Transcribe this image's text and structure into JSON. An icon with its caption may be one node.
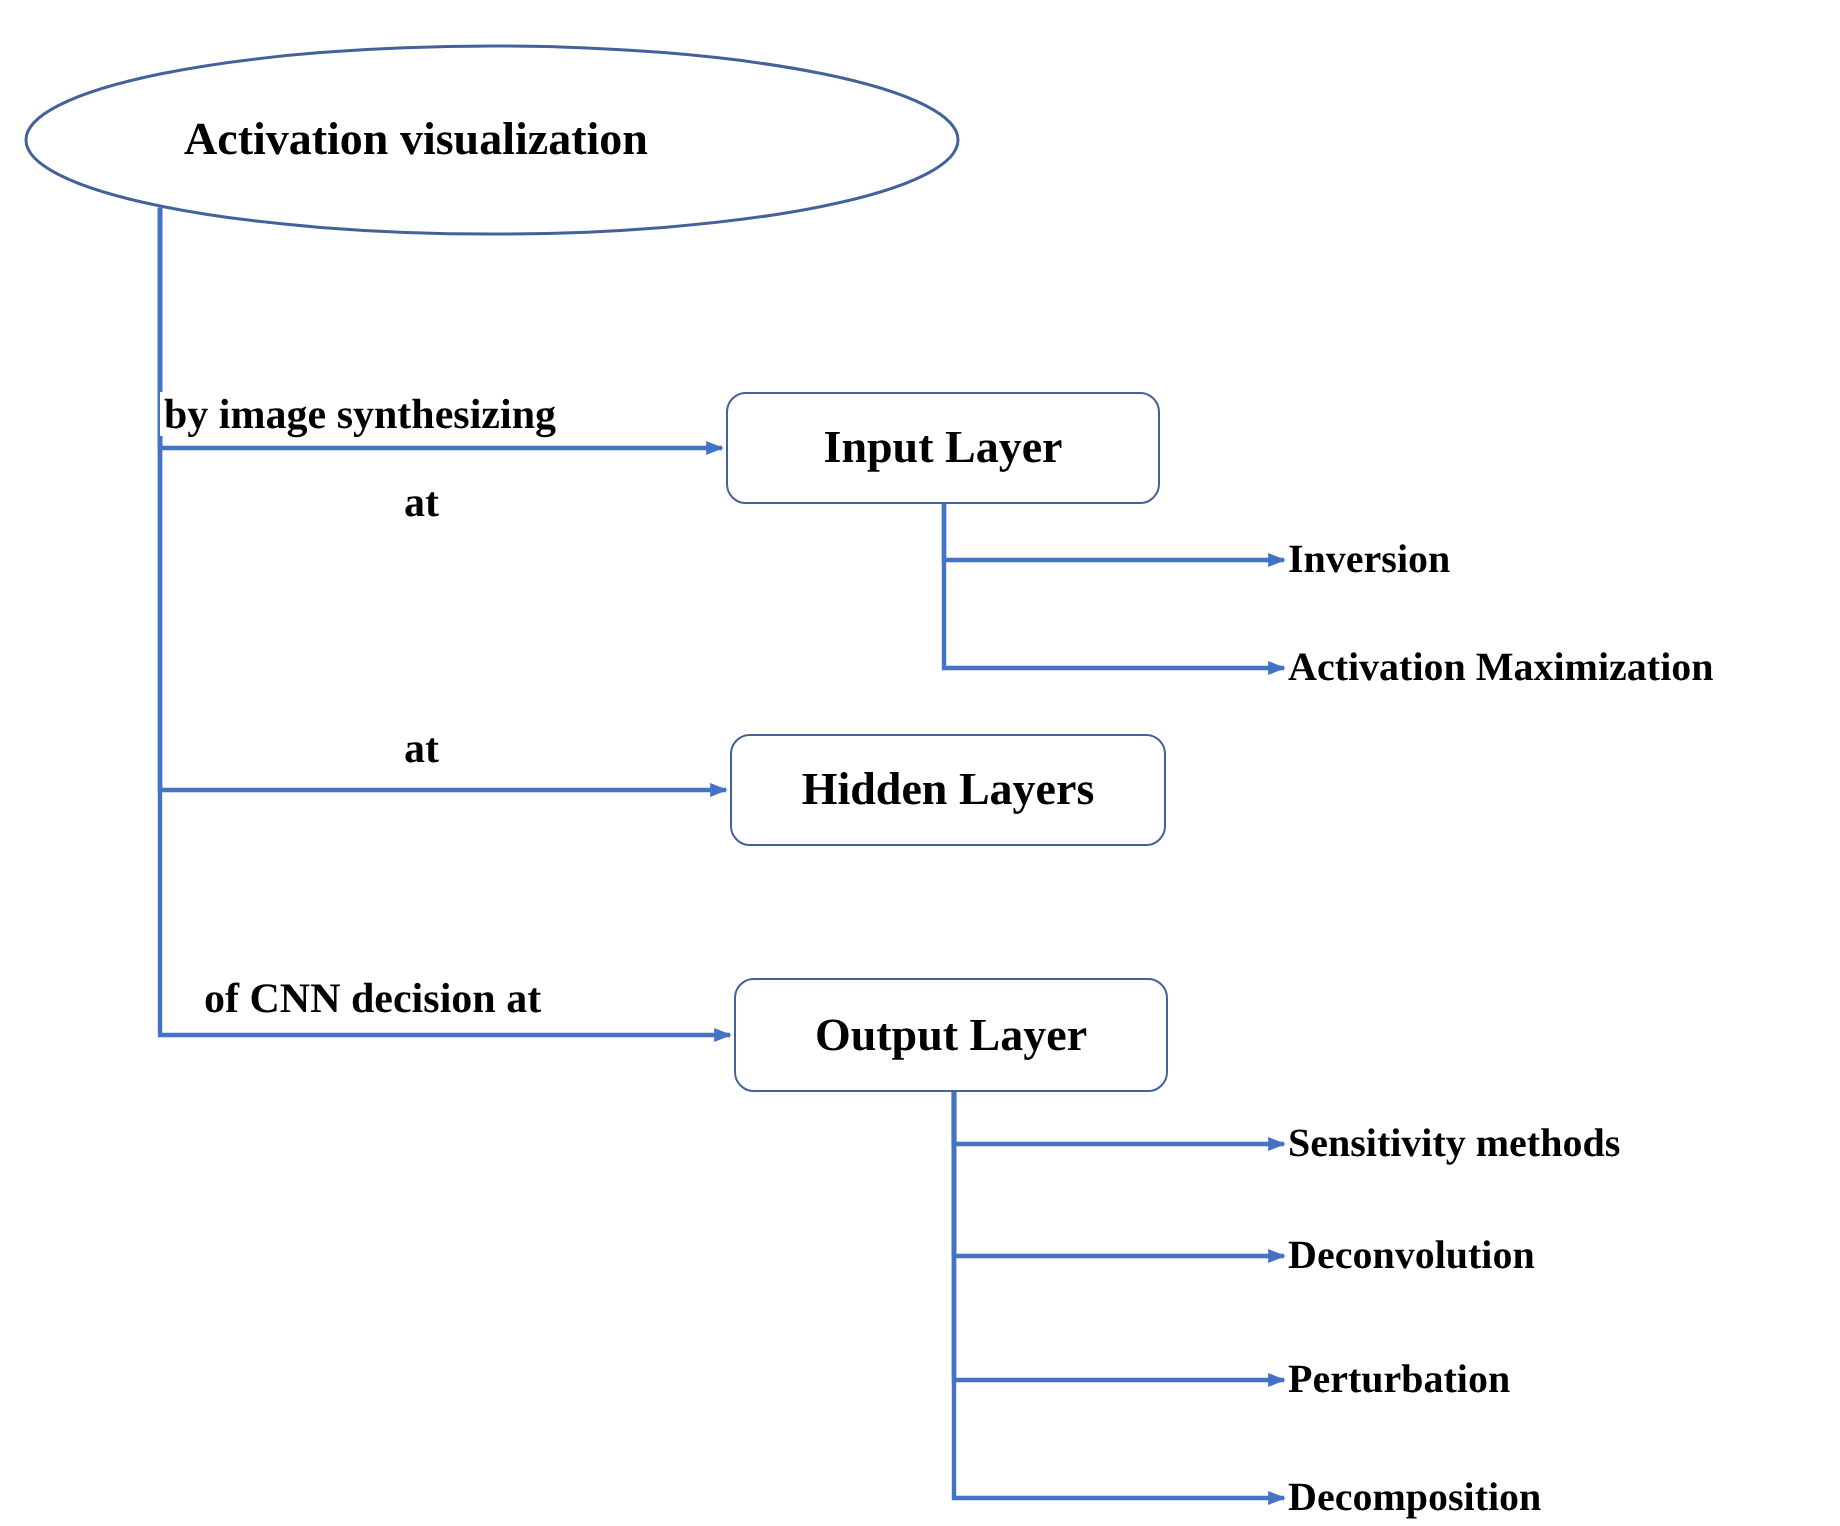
{
  "diagram": {
    "nodes": [
      {
        "text": [
          "Activation visualization"
        ]
      },
      {
        "text": [
          "Input Layer"
        ]
      },
      {
        "text": [
          "Hidden Layers"
        ]
      },
      {
        "text": [
          "Output Layer"
        ]
      },
      {
        "text": [
          "Inversion"
        ]
      },
      {
        "text": [
          "Activation Maximization"
        ]
      },
      {
        "text": [
          "Sensitivity methods"
        ]
      },
      {
        "text": [
          "Deconvolution"
        ]
      },
      {
        "text": [
          "Perturbation"
        ]
      },
      {
        "text": [
          "Decomposition"
        ]
      }
    ],
    "edges": [
      {
        "from": 0,
        "to": 1,
        "arrow": "to",
        "label": "by image synthesizing"
      },
      {
        "from": 0,
        "to": 2,
        "arrow": "to",
        "label": "at"
      },
      {
        "from": 0,
        "to": 3,
        "arrow": "to",
        "label": "of CNN decision at"
      },
      {
        "from": 1,
        "to": 4,
        "arrow": "to"
      },
      {
        "from": 1,
        "to": 5,
        "arrow": "to"
      },
      {
        "from": 3,
        "to": 6,
        "arrow": "to"
      },
      {
        "from": 3,
        "to": 7,
        "arrow": "to"
      },
      {
        "from": 3,
        "to": 8,
        "arrow": "to"
      },
      {
        "from": 3,
        "to": 9,
        "arrow": "to"
      }
    ],
    "labels": [
      "at"
    ]
  }
}
